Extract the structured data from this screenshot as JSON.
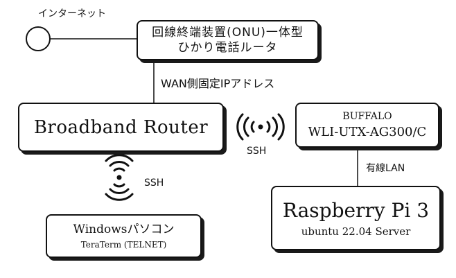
{
  "internet": {
    "label": "インターネット"
  },
  "onu": {
    "line1": "回線終端装置(ONU)一体型",
    "line2": "ひかり電話ルータ"
  },
  "wan_label": "WAN側固定IPアドレス",
  "router": {
    "label": "Broadband Router"
  },
  "wireless_link_router_buffalo": {
    "label": "SSH"
  },
  "wireless_link_router_pc": {
    "label": "SSH"
  },
  "buffalo": {
    "line1": "BUFFALO",
    "line2": "WLI-UTX-AG300/C"
  },
  "wired_link": {
    "label": "有線LAN"
  },
  "raspberry_pi": {
    "line1": "Raspberry Pi 3",
    "line2": "ubuntu 22.04 Server"
  },
  "pc": {
    "line1": "Windowsパソコン",
    "line2": "TeraTerm (TELNET)"
  }
}
